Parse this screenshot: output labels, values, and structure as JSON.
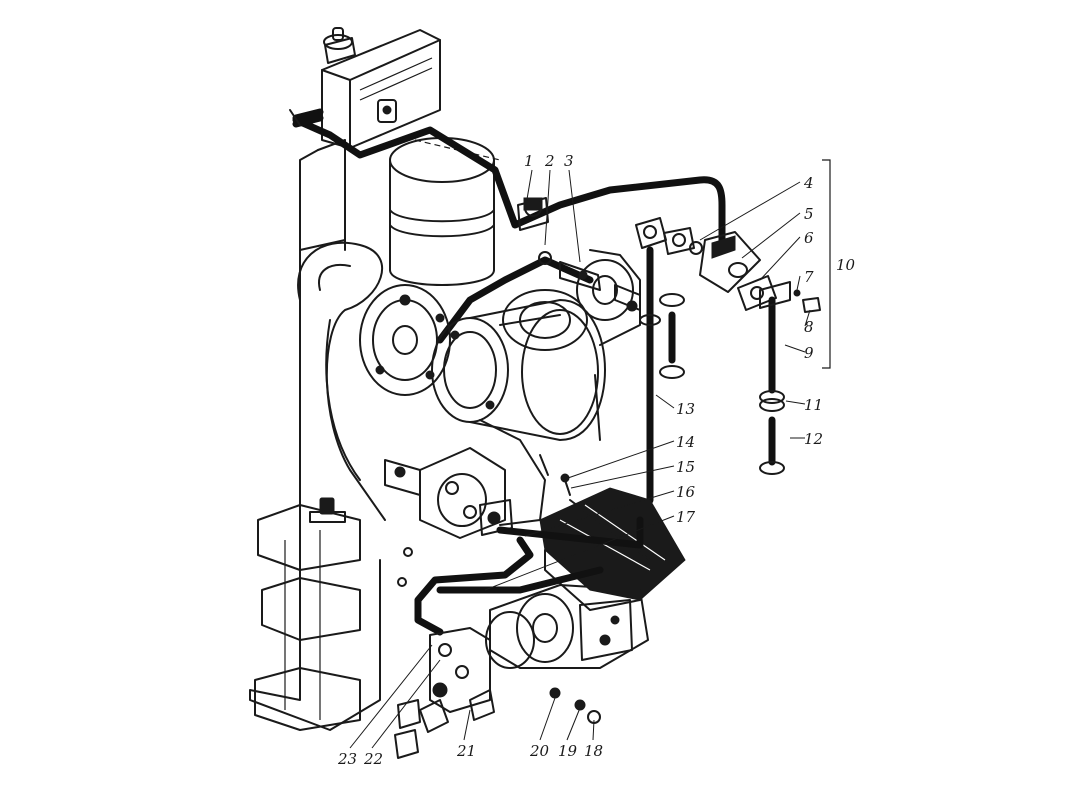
{
  "callouts": [
    {
      "id": "1",
      "text": "1"
    },
    {
      "id": "2",
      "text": "2"
    },
    {
      "id": "3",
      "text": "3"
    },
    {
      "id": "4",
      "text": "4"
    },
    {
      "id": "5",
      "text": "5"
    },
    {
      "id": "6",
      "text": "6"
    },
    {
      "id": "7",
      "text": "7"
    },
    {
      "id": "8",
      "text": "8"
    },
    {
      "id": "9",
      "text": "9"
    },
    {
      "id": "10",
      "text": "10"
    },
    {
      "id": "11",
      "text": "11"
    },
    {
      "id": "12",
      "text": "12"
    },
    {
      "id": "13",
      "text": "13"
    },
    {
      "id": "14",
      "text": "14"
    },
    {
      "id": "15",
      "text": "15"
    },
    {
      "id": "16",
      "text": "16"
    },
    {
      "id": "17",
      "text": "17"
    },
    {
      "id": "18",
      "text": "18"
    },
    {
      "id": "19",
      "text": "19"
    },
    {
      "id": "20",
      "text": "20"
    },
    {
      "id": "21",
      "text": "21"
    },
    {
      "id": "22",
      "text": "22"
    },
    {
      "id": "23",
      "text": "23"
    }
  ],
  "colors": {
    "ink": "#1a1a1a",
    "paper": "#ffffff"
  }
}
